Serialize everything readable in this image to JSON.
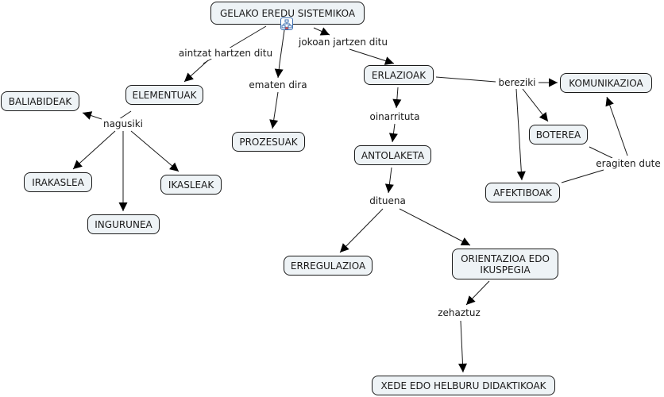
{
  "concepts": {
    "root": "GELAKO EREDU SISTEMIKOA",
    "elementuak": "ELEMENTUAK",
    "prozesuak": "PROZESUAK",
    "erlazioak": "ERLAZIOAK",
    "baliabideak": "BALIABIDEAK",
    "irakaslea": "IRAKASLEA",
    "ikasleak": "IKASLEAK",
    "ingurunea": "INGURUNEA",
    "antolaketa": "ANTOLAKETA",
    "komunikazioa": "KOMUNIKAZIOA",
    "boterea": "BOTEREA",
    "afektiboak": "AFEKTIBOAK",
    "erregulazioa": "ERREGULAZIOA",
    "orientazioa": "ORIENTAZIOA EDO\nIKUSPEGIA",
    "xede": "XEDE EDO HELBURU DIDAKTIKOAK"
  },
  "linking_phrases": {
    "aintzat": "aintzat hartzen ditu",
    "ematen": "ematen dira",
    "jokoan": "jokoan jartzen ditu",
    "nagusiki": "nagusiki",
    "oinarrituta": "oinarrituta",
    "bereziki": "bereziki",
    "eragiten": "eragiten dute",
    "dituena": "dituena",
    "zehaztuz": "zehaztuz"
  },
  "icons": {
    "root_attachment": "concept-map-hierarchy-icon"
  },
  "colors": {
    "node_fill": "#eef3f6",
    "node_border": "#1a1a1a",
    "icon_border": "#3d6fb0"
  }
}
